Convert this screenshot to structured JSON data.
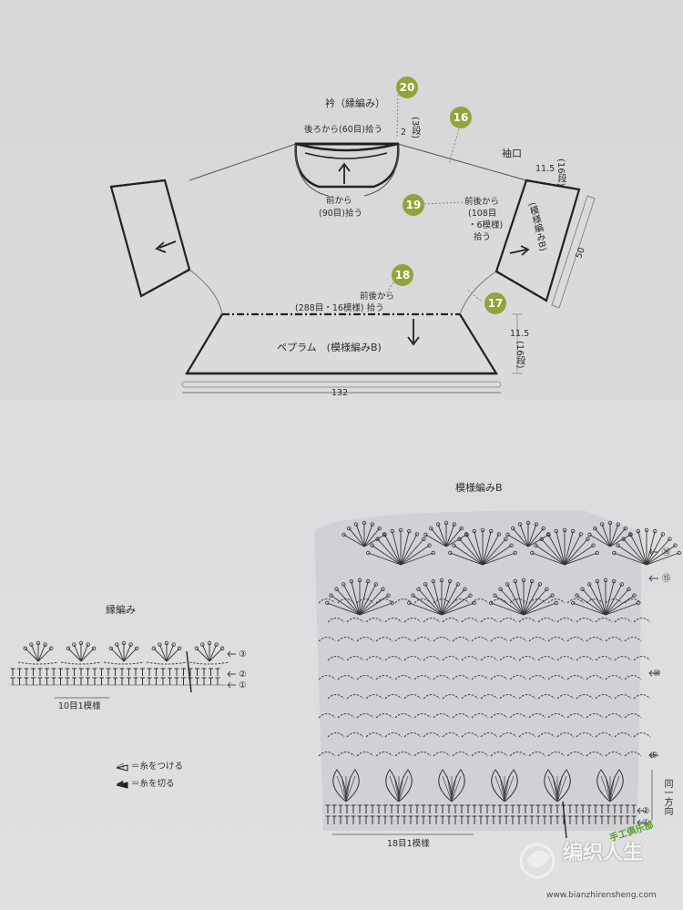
{
  "garment": {
    "collar_title": "衿（縁編み）",
    "back_pickup": "後ろから(60目)拾う",
    "collar_rows_num": "2",
    "collar_rows_unit": "(3段)",
    "front_pickup_line1": "前から",
    "front_pickup_line2": "(90目)拾う",
    "cuff_title": "袖口",
    "cuff_rows_num": "11.5",
    "cuff_rows_unit": "(16段)",
    "sleeve_pickup_line1": "前後から",
    "sleeve_pickup_line2": "(108目",
    "sleeve_pickup_line3": "・6模様)",
    "sleeve_pickup_line4": "拾う",
    "sleeve_pattern": "(模様編みB)",
    "sleeve_length": "50",
    "waist_pickup_line1": "前後から",
    "waist_pickup_line2": "(288目・16模様) 拾う",
    "peplum_label": "ペプラム　(模様編みB)",
    "peplum_rows_num": "11.5",
    "peplum_rows_unit": "(16段)",
    "width_total": "132"
  },
  "badges": [
    "20",
    "16",
    "19",
    "18",
    "17"
  ],
  "edging": {
    "title": "縁編み",
    "repeat": "10目1模様",
    "rows": [
      "③",
      "②",
      "①"
    ]
  },
  "pattern_b": {
    "title": "模様編みB",
    "repeat": "18目1模様",
    "rows": [
      "⑯",
      "⑮",
      "⑩",
      "⑤",
      "②",
      "①"
    ],
    "direction": "同一方向"
  },
  "legend": [
    {
      "symbol": "◁",
      "text": "＝糸をつける"
    },
    {
      "symbol": "◀",
      "text": "＝糸を切る"
    }
  ],
  "watermark": {
    "brand": "编织人生",
    "url": "www.bianzhirensheng.com",
    "club": "手工俱乐部"
  },
  "colors": {
    "badge": "#8fa53a",
    "paper": "#d9dadc",
    "ink": "#2a2a2a"
  }
}
